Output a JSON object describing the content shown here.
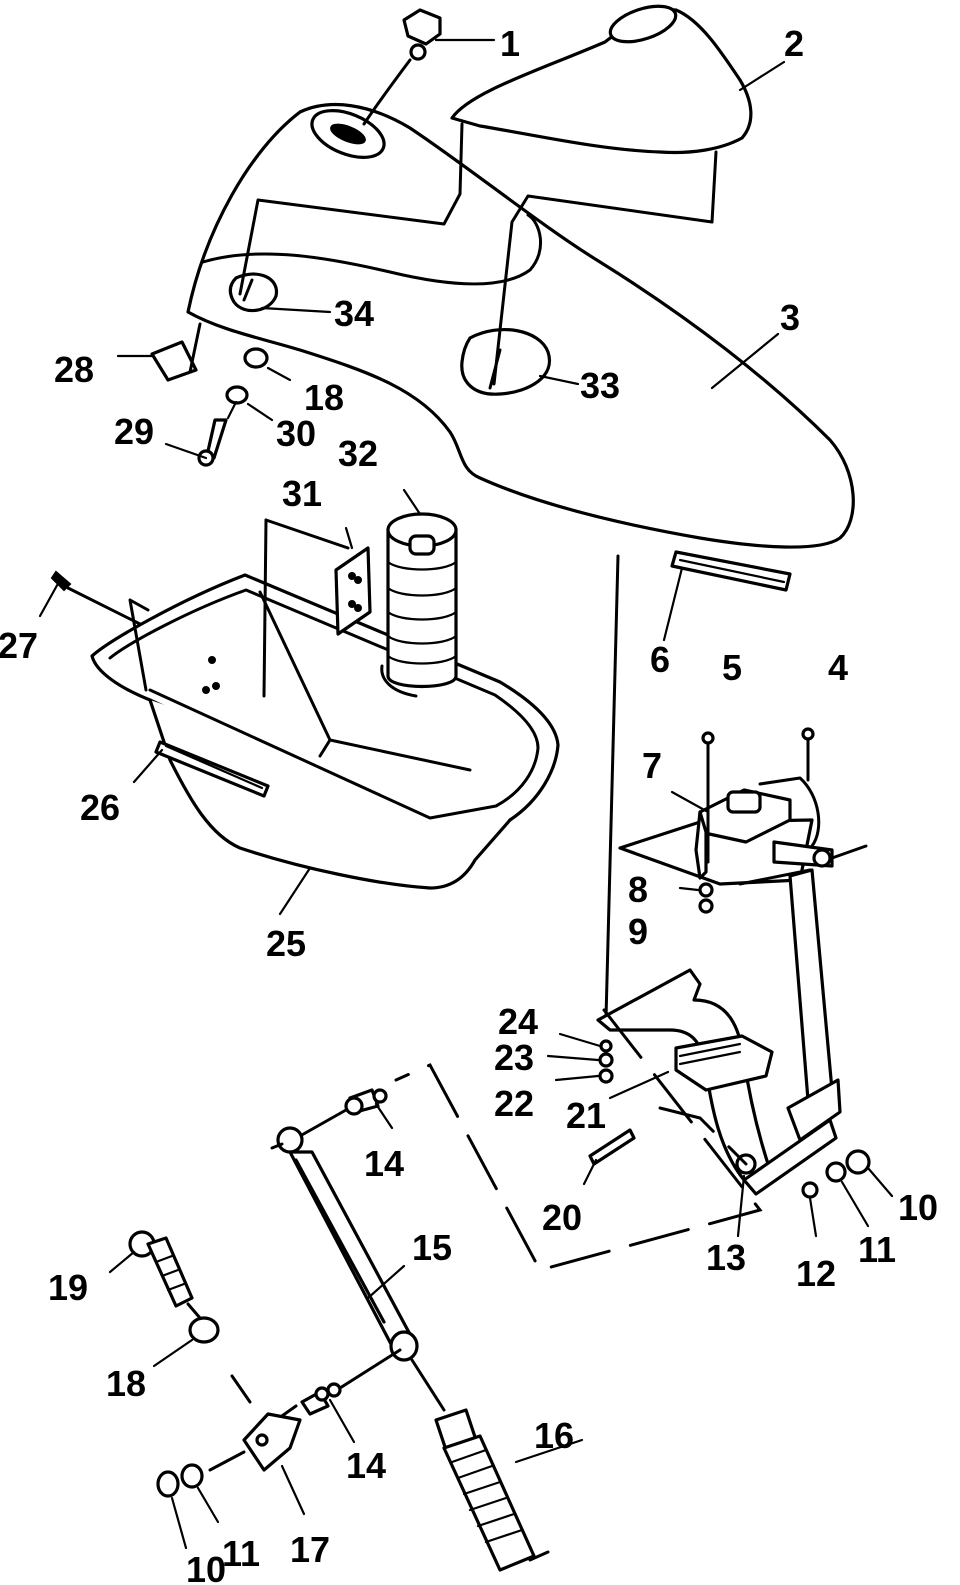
{
  "callouts": [
    {
      "id": "1",
      "text": "1"
    },
    {
      "id": "2",
      "text": "2"
    },
    {
      "id": "3",
      "text": "3"
    },
    {
      "id": "4",
      "text": "4"
    },
    {
      "id": "5",
      "text": "5"
    },
    {
      "id": "6",
      "text": "6"
    },
    {
      "id": "7",
      "text": "7"
    },
    {
      "id": "8",
      "text": "8"
    },
    {
      "id": "9",
      "text": "9"
    },
    {
      "id": "10a",
      "text": "10"
    },
    {
      "id": "11a",
      "text": "11"
    },
    {
      "id": "12",
      "text": "12"
    },
    {
      "id": "13",
      "text": "13"
    },
    {
      "id": "14a",
      "text": "14"
    },
    {
      "id": "15",
      "text": "15"
    },
    {
      "id": "14b",
      "text": "14"
    },
    {
      "id": "16",
      "text": "16"
    },
    {
      "id": "17",
      "text": "17"
    },
    {
      "id": "18a",
      "text": "18"
    },
    {
      "id": "19",
      "text": "19"
    },
    {
      "id": "10b",
      "text": "10"
    },
    {
      "id": "11b",
      "text": "11"
    },
    {
      "id": "18b",
      "text": "18"
    },
    {
      "id": "20",
      "text": "20"
    },
    {
      "id": "21",
      "text": "21"
    },
    {
      "id": "22",
      "text": "22"
    },
    {
      "id": "23",
      "text": "23"
    },
    {
      "id": "24",
      "text": "24"
    },
    {
      "id": "25",
      "text": "25"
    },
    {
      "id": "26",
      "text": "26"
    },
    {
      "id": "27",
      "text": "27"
    },
    {
      "id": "28",
      "text": "28"
    },
    {
      "id": "29",
      "text": "29"
    },
    {
      "id": "30",
      "text": "30"
    },
    {
      "id": "31",
      "text": "31"
    },
    {
      "id": "32",
      "text": "32"
    },
    {
      "id": "33",
      "text": "33"
    },
    {
      "id": "34",
      "text": "34"
    }
  ]
}
